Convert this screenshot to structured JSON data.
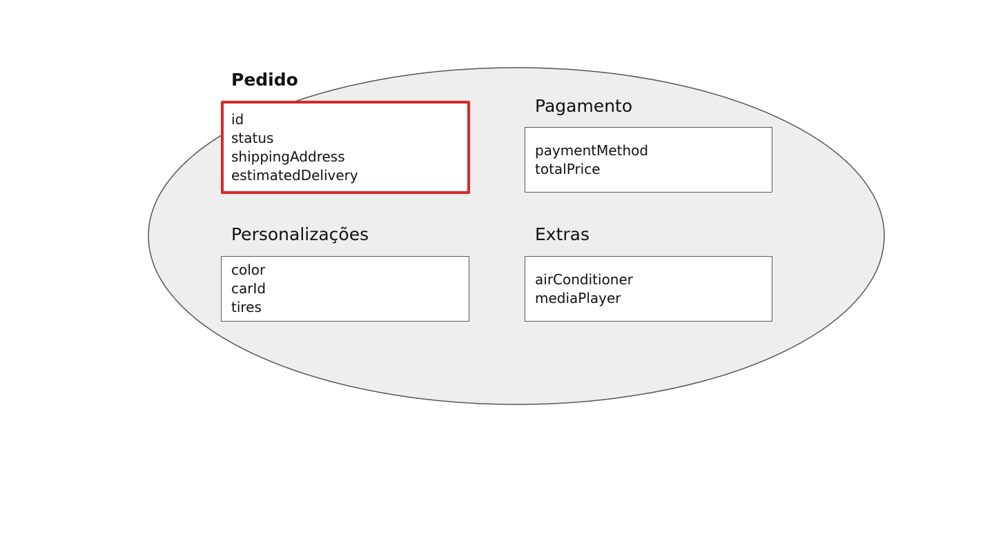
{
  "colors": {
    "ellipse_fill": "#eeeeee",
    "ellipse_stroke": "#555555",
    "box_border": "#5a5a5a",
    "highlight_border": "#d8282c"
  },
  "groups": [
    {
      "title": "Pedido",
      "highlighted": true,
      "fields": [
        "id",
        "status",
        "shippingAddress",
        "estimatedDelivery"
      ]
    },
    {
      "title": "Pagamento",
      "highlighted": false,
      "fields": [
        "paymentMethod",
        "totalPrice"
      ]
    },
    {
      "title": "Personalizações",
      "highlighted": false,
      "fields": [
        "color",
        "carId",
        "tires"
      ]
    },
    {
      "title": "Extras",
      "highlighted": false,
      "fields": [
        "airConditioner",
        "mediaPlayer"
      ]
    }
  ]
}
